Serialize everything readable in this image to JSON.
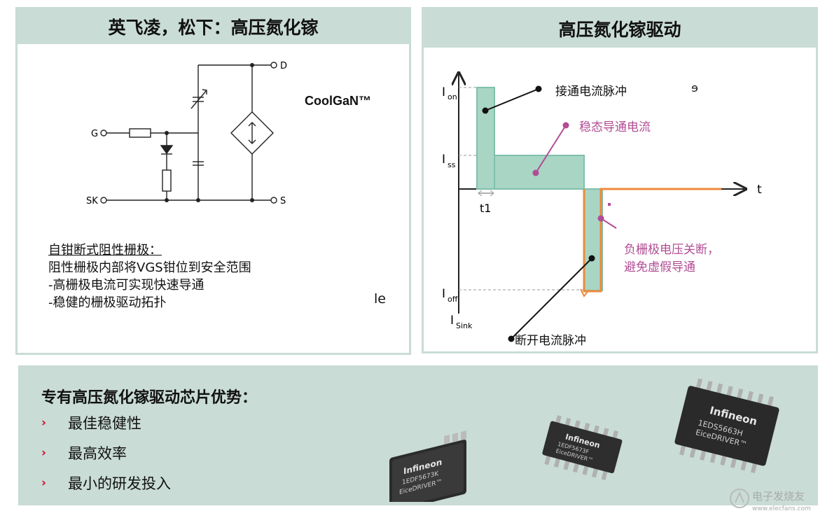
{
  "left_panel": {
    "title": "英飞凌，松下：高压氮化镓",
    "labels": {
      "D": "D",
      "G": "G",
      "SK": "SK",
      "S": "S"
    },
    "brand": "CoolGaN™",
    "gate_title": "自钳断式阻性栅极：",
    "gate_lines": [
      "阻性栅极内部将VGS钳位到安全范围",
      "-高栅极电流可实现快速导通",
      "-稳健的栅极驱动拓扑"
    ],
    "stray_text": "le"
  },
  "right_panel": {
    "title": "高压氮化镓驱动",
    "axis_labels": {
      "ion": "I",
      "ion_sub": "on",
      "iss": "I",
      "iss_sub": "ss",
      "ioff": "I",
      "ioff_sub": "off",
      "isink": "I",
      "isink_sub": "Sink",
      "t": "t",
      "t1": "t1"
    },
    "annotations": {
      "turn_on_pulse": "接通电流脉冲",
      "steady_on": "稳态导通电流",
      "neg_gate_off_1": "负栅极电压关断，",
      "neg_gate_off_2": "避免虚假导通",
      "turn_off_pulse": "断开电流脉冲",
      "stray_e": "ɘ"
    },
    "colors": {
      "pulse_fill": "#a8d5c4",
      "pulse_stroke": "#7fc0ad",
      "neg_voltage": "#ee8a3c",
      "magenta": "#b24c94"
    }
  },
  "bottom": {
    "title": "专有高压氮化镓驱动芯片优势：",
    "bullets": [
      "最佳稳健性",
      "最高效率",
      "最小的研发投入"
    ],
    "chips": [
      {
        "brand": "Infineon",
        "part": "1EDF5673K",
        "series": "EiceDRIVER™"
      },
      {
        "brand": "Infineon",
        "part": "1EDF5673F",
        "series": "EiceDRIVER™"
      },
      {
        "brand": "Infineon",
        "part": "1EDS5663H",
        "series": "EiceDRIVER™"
      }
    ],
    "watermark": "电子发烧友",
    "watermark_url": "www.elecfans.com"
  }
}
